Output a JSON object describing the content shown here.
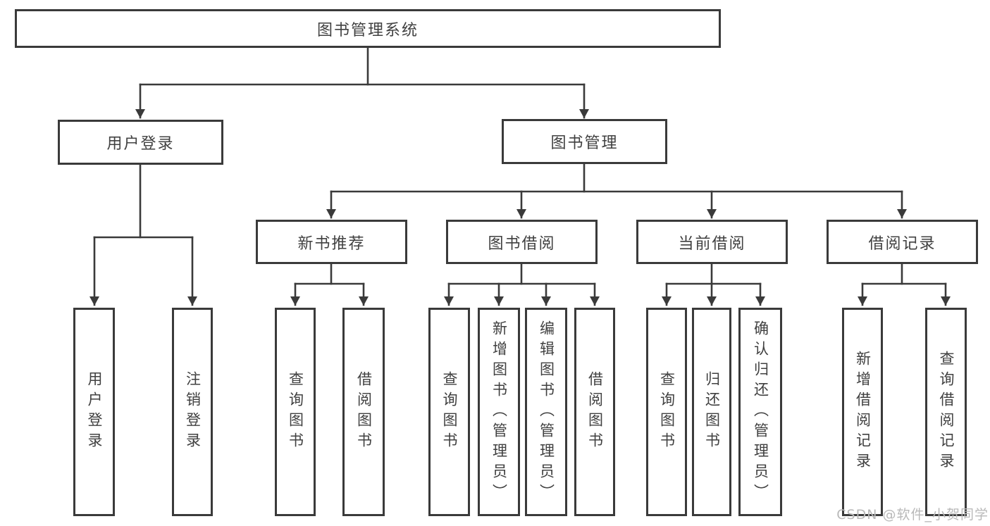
{
  "title": "图书管理系统",
  "nodes": {
    "user_login": "用户登录",
    "book_mgmt": "图书管理",
    "sections": [
      "新书推荐",
      "图书借阅",
      "当前借阅",
      "借阅记录"
    ]
  },
  "leaves": {
    "user": [
      "用户登录",
      "注销登录"
    ],
    "recommend": [
      "查询图书",
      "借阅图书"
    ],
    "borrow": [
      "查询图书",
      "新增图书（管理员）",
      "编辑图书（管理员）",
      "借阅图书"
    ],
    "current": [
      "查询图书",
      "归还图书",
      "确认归还（管理员）"
    ],
    "record": [
      "新增借阅记录",
      "查询借阅记录"
    ]
  },
  "watermark": "CSDN @软件_小贺同学",
  "colors": {
    "line": "#3a3a3a",
    "text": "#404040",
    "watermark": "#b9b9b9",
    "background": "#ffffff"
  }
}
